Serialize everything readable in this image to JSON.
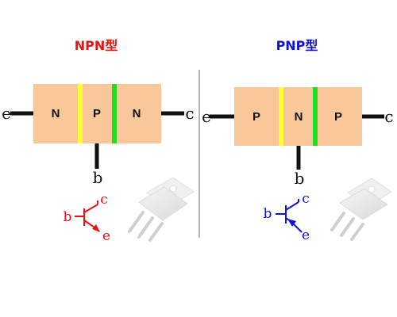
{
  "npn": {
    "title": "NPN型",
    "regions": [
      "N",
      "P",
      "N"
    ],
    "terminals": {
      "left": "e",
      "right": "c",
      "bottom": "b"
    },
    "symbol_labels": {
      "base": "b",
      "collector": "c",
      "emitter": "e"
    }
  },
  "pnp": {
    "title": "PNP型",
    "regions": [
      "P",
      "N",
      "P"
    ],
    "terminals": {
      "left": "e",
      "right": "c",
      "bottom": "b"
    },
    "symbol_labels": {
      "base": "b",
      "collector": "c",
      "emitter": "e"
    }
  },
  "colors": {
    "npn_title": "#ee1111",
    "pnp_title": "#1111dd",
    "body": "#f9c89a",
    "junction_emitter": "#ffff33",
    "junction_collector": "#22dd22",
    "npn_symbol": "#ee1111",
    "pnp_symbol": "#1111dd"
  }
}
